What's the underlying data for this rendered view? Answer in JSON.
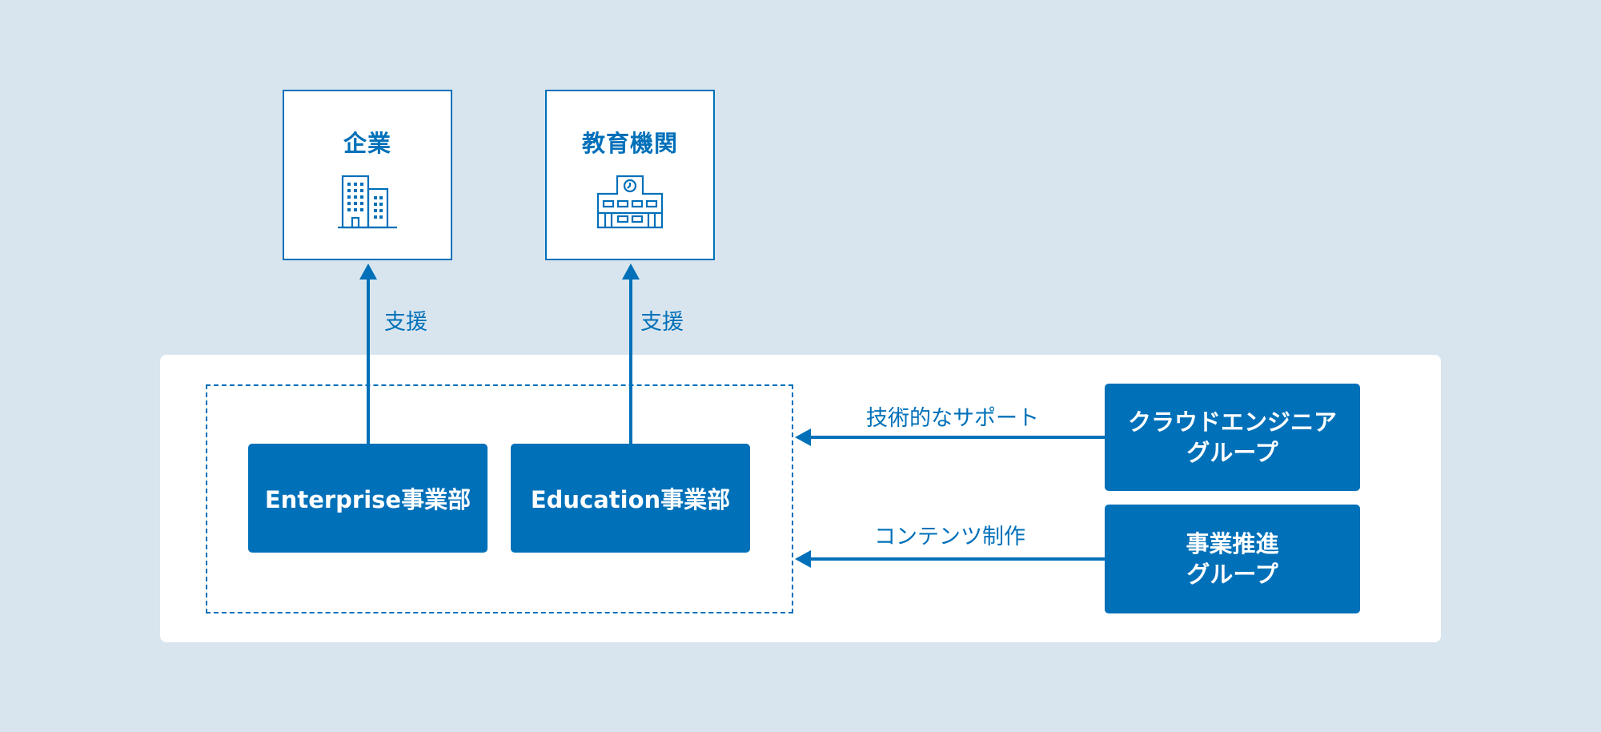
{
  "colors": {
    "background": "#d9e5ee",
    "panel": "#ffffff",
    "accent": "#0070b9",
    "text_on_accent": "#ffffff"
  },
  "targets": [
    {
      "title": "企業",
      "icon": "office-building-icon"
    },
    {
      "title": "教育機関",
      "icon": "school-building-icon"
    }
  ],
  "support_labels": [
    "支援",
    "支援"
  ],
  "departments": [
    {
      "label": "Enterprise事業部"
    },
    {
      "label": "Education事業部"
    }
  ],
  "groups": [
    {
      "line1": "クラウドエンジニア",
      "line2": "グループ",
      "arrow_label": "技術的なサポート"
    },
    {
      "line1": "事業推進",
      "line2": "グループ",
      "arrow_label": "コンテンツ制作"
    }
  ]
}
